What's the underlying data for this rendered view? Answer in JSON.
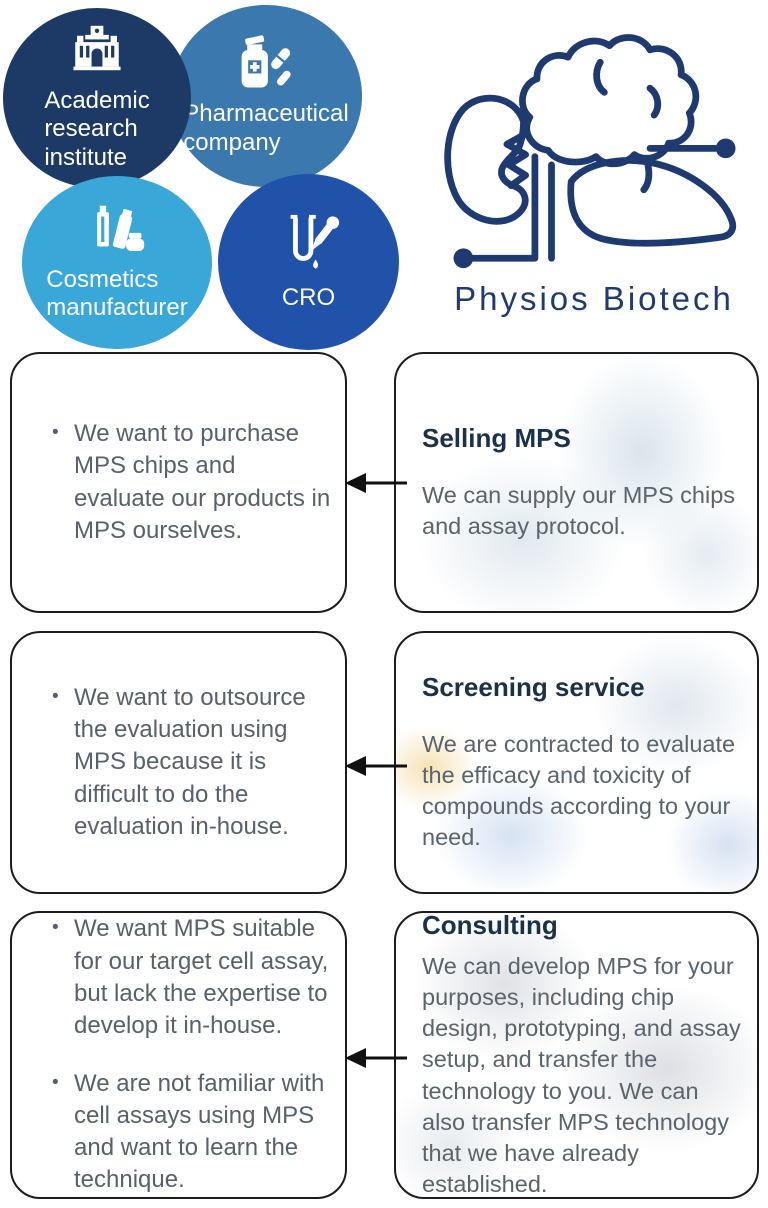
{
  "brand": {
    "name": "Physios Biotech",
    "color": "#1e3a70"
  },
  "customers": {
    "academic": {
      "label": "Academic\nresearch\ninstitute",
      "bg": "#1d3a66",
      "icon": "university-building-icon"
    },
    "pharma": {
      "label": "Pharmaceutical\ncompany",
      "bg": "#3a78ad",
      "icon": "medicine-bottle-pills-icon"
    },
    "cosmetics": {
      "label": "Cosmetics\nmanufacturer",
      "bg": "#39a7d7",
      "icon": "cosmetics-products-icon"
    },
    "cro": {
      "label": "CRO",
      "bg": "#1f52a8",
      "icon": "test-tube-dropper-icon"
    }
  },
  "text_colors": {
    "service_title": "#1b3149",
    "body": "#5a646d",
    "bullet": "#57616b"
  },
  "rows": [
    {
      "customer_needs": [
        "We want to purchase MPS chips and evaluate our products in MPS ourselves."
      ],
      "service": {
        "title": "Selling MPS",
        "description": "We can supply our MPS chips and assay protocol."
      }
    },
    {
      "customer_needs": [
        "We want to outsource the evaluation using MPS because it is difficult to do the evaluation in-house."
      ],
      "service": {
        "title": "Screening service",
        "description": "We are contracted to evaluate the efficacy and toxicity of compounds according to your need."
      }
    },
    {
      "customer_needs": [
        "We want MPS suitable for our target cell assay, but lack the expertise to develop it in-house.",
        "We are not familiar with cell assays using MPS and want to learn the technique."
      ],
      "service": {
        "title": "Consulting",
        "description": "We can develop MPS for your purposes, including chip design, prototyping, and assay setup, and transfer the technology to you. We can also transfer MPS technology that we have already established."
      }
    }
  ]
}
